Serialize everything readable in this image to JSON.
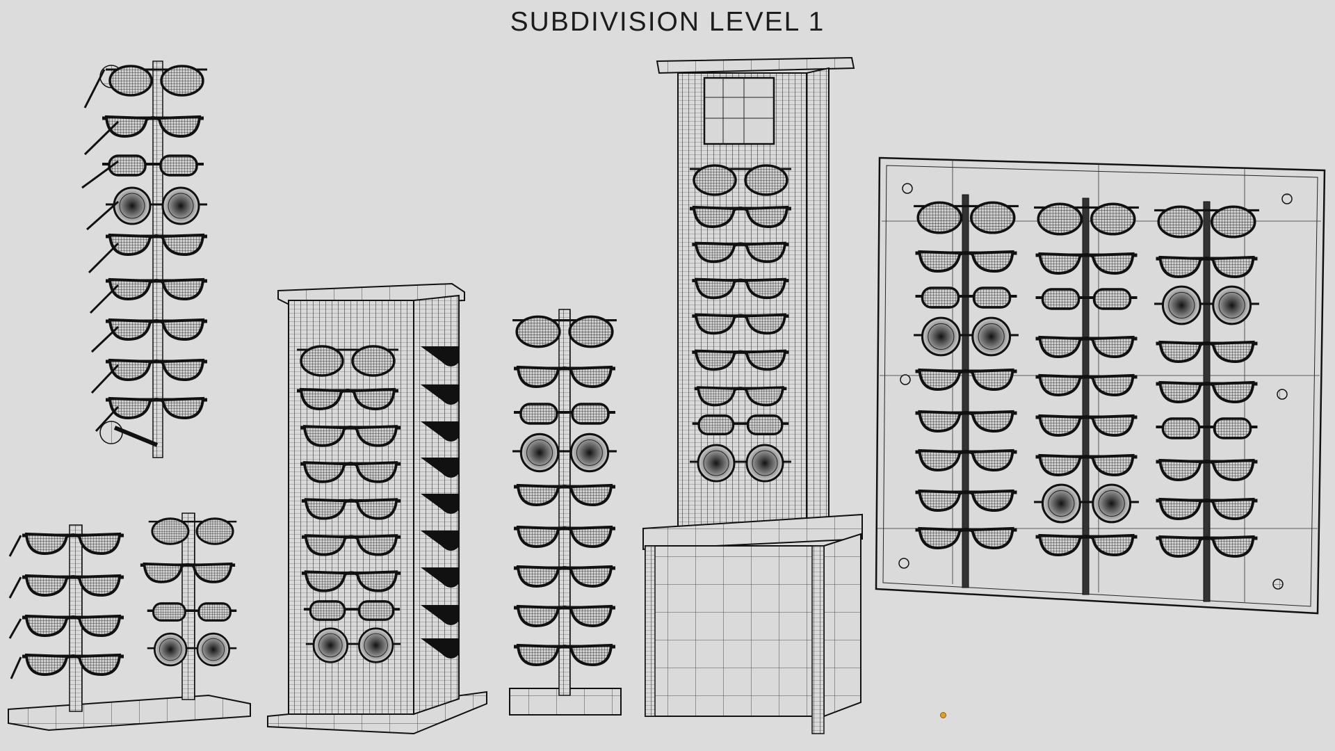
{
  "title": "SUBDIVISION LEVEL 1",
  "colors": {
    "background": "#dcdcdc",
    "wire": "#111111",
    "lens_fill": "#3a3a3a",
    "marker": "#e0a020"
  },
  "displays": [
    {
      "id": "wall-pole-rack",
      "label": "Wall-mounted single pole rack",
      "glasses_count": 9,
      "types": [
        "aviator",
        "wayfarer",
        "rectangular",
        "round",
        "wayfarer",
        "wayfarer",
        "wayfarer",
        "wayfarer",
        "wayfarer"
      ]
    },
    {
      "id": "countertop-double-pole",
      "label": "Countertop two-pole stand",
      "glasses_count": 8,
      "types": [
        "wayfarer",
        "aviator",
        "wayfarer",
        "wayfarer",
        "wayfarer",
        "rectangular",
        "wayfarer",
        "round"
      ]
    },
    {
      "id": "rotating-tower",
      "label": "Rotating tower display",
      "glasses_count_front": 9,
      "glasses_count_side": 9,
      "types": [
        "aviator",
        "wayfarer",
        "wayfarer",
        "wayfarer",
        "wayfarer",
        "wayfarer",
        "wayfarer",
        "rectangular",
        "round"
      ]
    },
    {
      "id": "single-pole-stand",
      "label": "Single pole floor stand",
      "glasses_count": 9,
      "types": [
        "aviator",
        "wayfarer",
        "rectangular",
        "round",
        "wayfarer",
        "wayfarer",
        "wayfarer",
        "wayfarer",
        "wayfarer"
      ]
    },
    {
      "id": "floor-cabinet-tower",
      "label": "Floor cabinet tower with panel",
      "glasses_count": 9,
      "types": [
        "aviator",
        "wayfarer",
        "wayfarer",
        "wayfarer",
        "wayfarer",
        "wayfarer",
        "wayfarer",
        "rectangular",
        "round"
      ]
    },
    {
      "id": "wall-panel-3-column",
      "label": "Wall panel three-column rack",
      "columns": 3,
      "rows": 9,
      "columns_types": [
        [
          "aviator",
          "wayfarer",
          "rectangular",
          "round",
          "wayfarer",
          "wayfarer",
          "wayfarer",
          "wayfarer",
          "wayfarer"
        ],
        [
          "aviator",
          "wayfarer",
          "rectangular",
          "wayfarer",
          "wayfarer",
          "wayfarer",
          "wayfarer",
          "round",
          "wayfarer"
        ],
        [
          "aviator",
          "wayfarer",
          "round",
          "wayfarer",
          "wayfarer",
          "rectangular",
          "wayfarer",
          "wayfarer",
          "wayfarer"
        ]
      ]
    }
  ]
}
